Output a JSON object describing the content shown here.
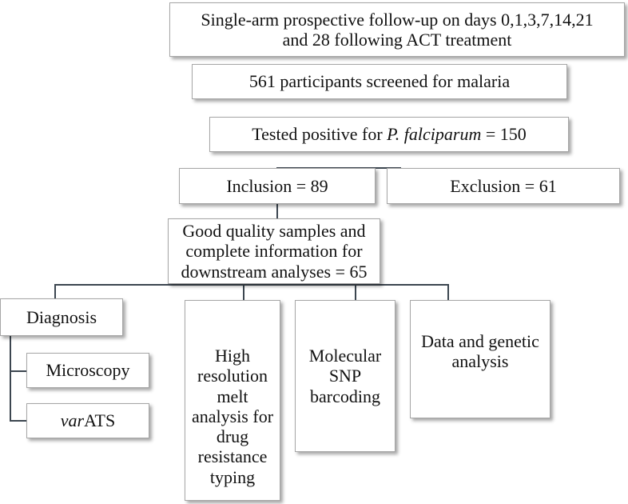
{
  "flow": {
    "study_design": {
      "line1": "Single-arm prospective follow-up on days 0,1,3,7,14,21",
      "line2": "and 28 following ACT treatment"
    },
    "screened": "561 participants screened for malaria",
    "tested_positive": {
      "prefix": "Tested positive for ",
      "species": "P. falciparum",
      "suffix": " = 150"
    },
    "inclusion": "Inclusion = 89",
    "exclusion": "Exclusion = 61",
    "good_quality": {
      "line1": "Good quality samples and",
      "line2": "complete information for",
      "line3": "downstream analyses = 65"
    },
    "diagnosis": {
      "label": "Diagnosis",
      "microscopy": "Microscopy",
      "varats_prefix": "var",
      "varats_suffix": "ATS"
    },
    "hrm": {
      "lines": [
        "High",
        "resolution",
        "melt",
        "analysis for",
        "drug",
        "resistance",
        "typing"
      ]
    },
    "snp": {
      "lines": [
        "Molecular",
        "SNP",
        "barcoding"
      ]
    },
    "data_analysis": {
      "lines": [
        "Data and genetic",
        "analysis"
      ]
    }
  }
}
